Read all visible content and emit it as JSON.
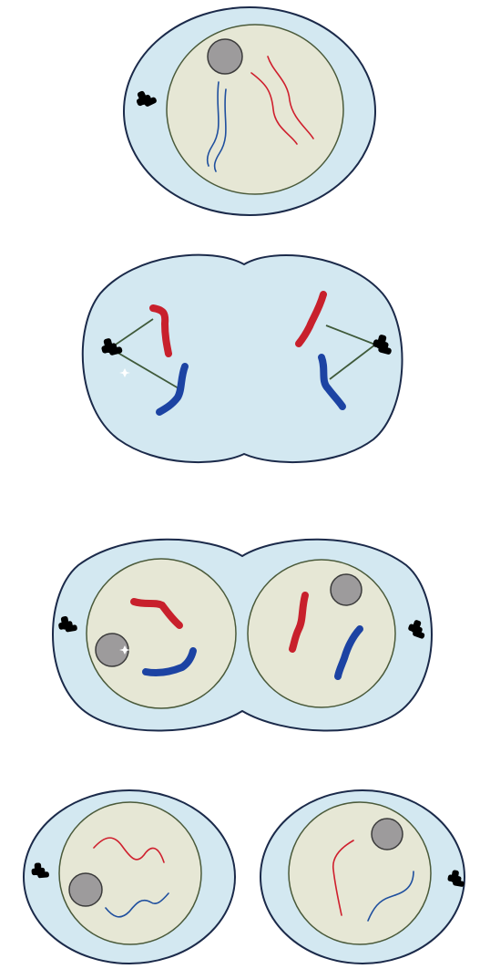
{
  "diagram": {
    "subject": "mitosis",
    "stages": [
      {
        "name": "interphase",
        "cells": 1
      },
      {
        "name": "anaphase",
        "cells": 1
      },
      {
        "name": "telophase",
        "cells": 1
      },
      {
        "name": "cytokinesis",
        "cells": 2
      }
    ],
    "colors": {
      "cytoplasm": "#d3e8f1",
      "nucleus": "#e6e7d5",
      "nucleolus": "#9d9b9c",
      "chromosome_red": "#c8202c",
      "chromosome_blue": "#1c43a3",
      "centrosome": "#ee8ec8",
      "spindle_fiber": "#3f5a3a"
    },
    "icons": [
      "centrosome-icon",
      "nucleolus-icon"
    ]
  }
}
